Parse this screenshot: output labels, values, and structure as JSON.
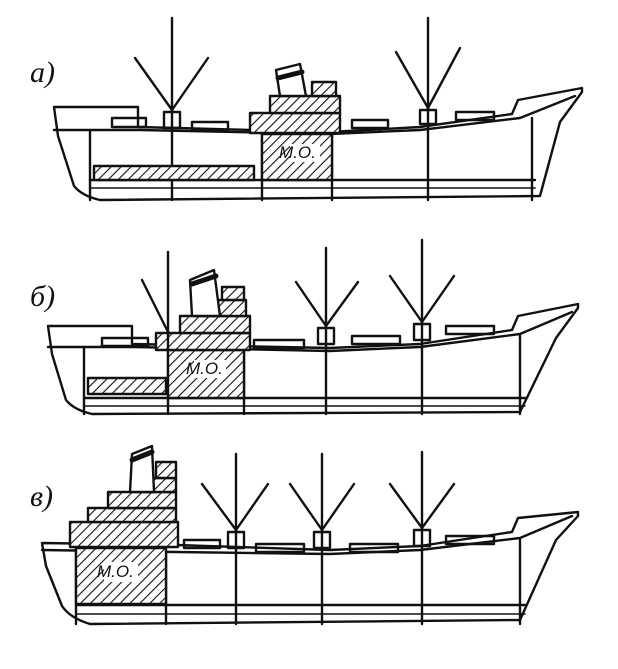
{
  "figure": {
    "panels": [
      {
        "id": "a",
        "label": "а)",
        "engine_room_label": "М.О."
      },
      {
        "id": "b",
        "label": "б)",
        "engine_room_label": "М.О."
      },
      {
        "id": "c",
        "label": "в)",
        "engine_room_label": "М.О."
      }
    ],
    "colors": {
      "ink": "#111111",
      "background": "#ffffff"
    }
  }
}
